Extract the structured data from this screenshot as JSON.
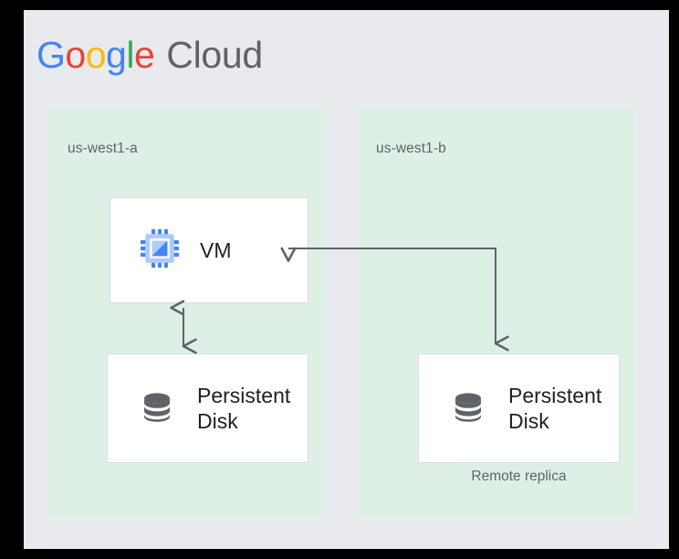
{
  "brand": {
    "google_letters": [
      "G",
      "o",
      "o",
      "g",
      "l",
      "e"
    ],
    "cloud_text": "Cloud",
    "colors": {
      "blue": "#4285F4",
      "red": "#EA4335",
      "yellow": "#FBBC05",
      "green": "#34A853",
      "gray": "#5F6368"
    }
  },
  "canvas": {
    "background": "#E8EAED",
    "frame_color": "#000000"
  },
  "zones": [
    {
      "id": "us-west1-a",
      "label": "us-west1-a",
      "background": "#DEF0E6",
      "nodes": [
        {
          "id": "vm",
          "label": "VM",
          "icon": "cpu-chip-icon"
        },
        {
          "id": "persistent-disk-primary",
          "label": "Persistent\nDisk",
          "icon": "database-disk-icon"
        }
      ],
      "caption": ""
    },
    {
      "id": "us-west1-b",
      "label": "us-west1-b",
      "background": "#DEF0E6",
      "nodes": [
        {
          "id": "persistent-disk-replica",
          "label": "Persistent\nDisk",
          "icon": "database-disk-icon"
        }
      ],
      "caption": "Remote replica"
    }
  ],
  "connections": [
    {
      "id": "vm-to-primary-disk",
      "from": "vm",
      "to": "persistent-disk-primary",
      "style": "bidirectional-vertical",
      "color": "#5F6368"
    },
    {
      "id": "replica-to-vm",
      "from": "persistent-disk-replica",
      "to": "vm",
      "style": "elbow-double-headed",
      "color": "#5F6368"
    }
  ],
  "icon_colors": {
    "chip_frame": "#AECBFA",
    "chip_pins": "#4285F4",
    "chip_inner_light": "#AECBFA",
    "chip_inner_dark": "#4285F4",
    "disk": "#5F6368"
  }
}
